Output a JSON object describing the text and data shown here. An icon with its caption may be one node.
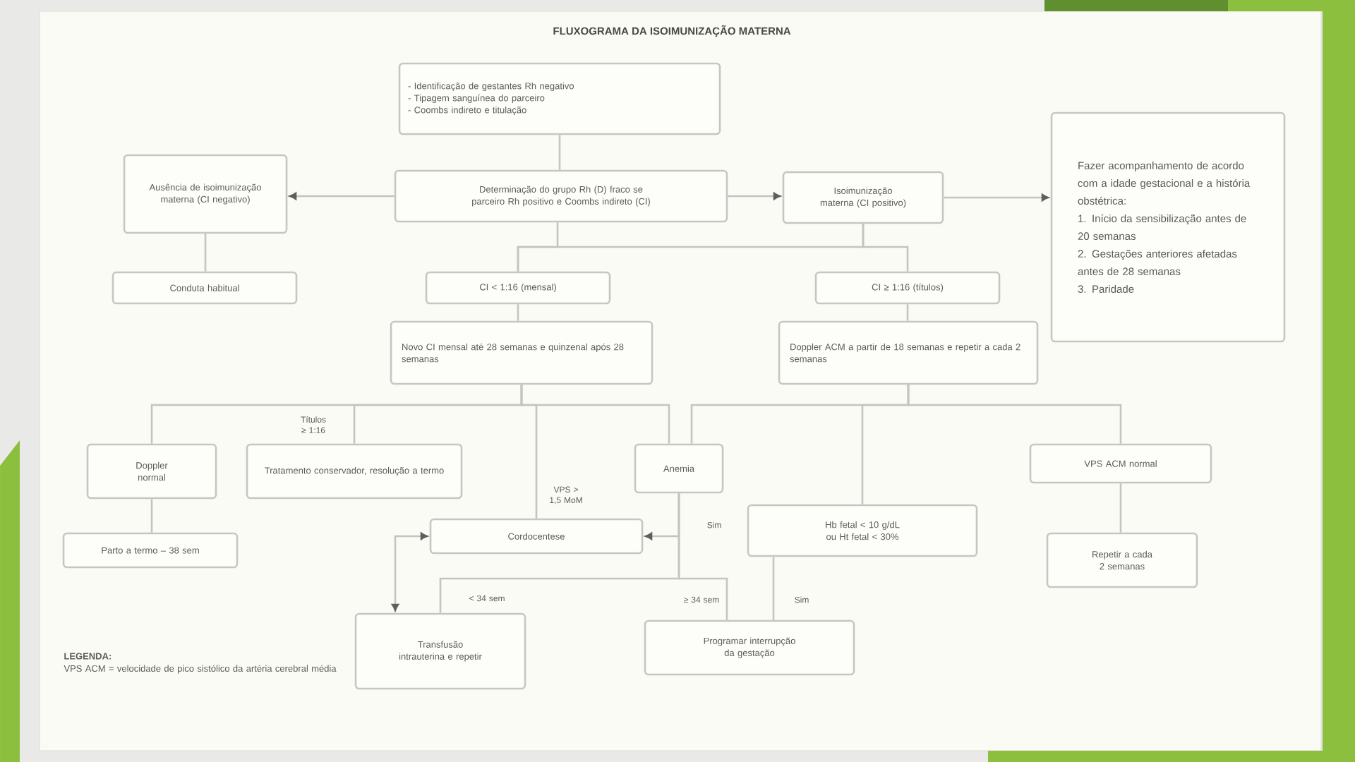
{
  "diagram": {
    "title": "FLUXOGRAMA DA ISOIMUNIZAÇÃO MATERNA",
    "nodes": [
      {
        "text": [
          "- Identificação de gestantes Rh negativo",
          "- Tipagem sanguínea do parceiro",
          "- Coombs indireto e titulação"
        ]
      },
      {
        "text": [
          "Determinação do grupo Rh (D) fraco se parceiro Rh positivo e Coombs indireto (CI)"
        ]
      },
      {
        "text": [
          "Ausência de isoimunização materna (CI negativo)"
        ]
      },
      {
        "text": [
          "Conduta habitual"
        ]
      },
      {
        "text": [
          "Isoimunização materna (CI positivo)"
        ]
      },
      {
        "text": [
          "Fazer acompanhamento de acordo com a idade gestacional e a história obstétrica:",
          "1. Início da sensibilização antes de 20 semanas",
          "2. Gestações anteriores afetadas antes de 28 semanas",
          "3. Paridade"
        ]
      },
      {
        "text": [
          "CI < 1:16 (mensal)"
        ]
      },
      {
        "text": [
          "CI ≥ 1:16 (títulos)"
        ]
      },
      {
        "text": [
          "Novo CI mensal até 28 semanas e quinzenal após 28 semanas"
        ]
      },
      {
        "text": [
          "Doppler ACM a partir de 18 semanas e repetir a cada 2 semanas"
        ]
      },
      {
        "text": [
          "Doppler normal"
        ]
      },
      {
        "text": [
          "Tratamento conservador, resolução a termo"
        ]
      },
      {
        "text": [
          "Anemia"
        ]
      },
      {
        "text": [
          "Parto a termo – 38 sem"
        ]
      },
      {
        "text": [
          "Cordocentese"
        ]
      },
      {
        "text": [
          "Hb fetal < 10 g/dL ou Ht fetal < 30%"
        ]
      },
      {
        "text": [
          "VPS ACM normal"
        ]
      },
      {
        "text": [
          "Repetir a cada 2 semanas"
        ]
      },
      {
        "text": [
          "Transfusão intrauterina e repetir"
        ]
      },
      {
        "text": [
          "Programar interrupção da gestação"
        ]
      }
    ],
    "edges": [
      {
        "from": 0,
        "to": 1,
        "arrow": "none"
      },
      {
        "from": 1,
        "to": 2,
        "arrow": "to"
      },
      {
        "from": 1,
        "to": 4,
        "arrow": "to"
      },
      {
        "from": 4,
        "to": 5,
        "arrow": "to"
      },
      {
        "from": 2,
        "to": 3,
        "arrow": "none"
      },
      {
        "from": 1,
        "to": 6,
        "arrow": "none"
      },
      {
        "from": 4,
        "to": 6,
        "arrow": "none"
      },
      {
        "from": 4,
        "to": 7,
        "arrow": "none"
      },
      {
        "from": 6,
        "to": 8,
        "arrow": "none"
      },
      {
        "from": 7,
        "to": 9,
        "arrow": "none"
      },
      {
        "from": 8,
        "to": 10,
        "arrow": "none"
      },
      {
        "from": 8,
        "to": 11,
        "arrow": "none",
        "label": "Títulos ≥ 1:16"
      },
      {
        "from": 8,
        "to": 14,
        "arrow": "none",
        "label": "VPS > 1,5 MoM"
      },
      {
        "from": 8,
        "to": 12,
        "arrow": "none"
      },
      {
        "from": 9,
        "to": 12,
        "arrow": "none"
      },
      {
        "from": 9,
        "to": 15,
        "arrow": "none"
      },
      {
        "from": 9,
        "to": 16,
        "arrow": "none"
      },
      {
        "from": 10,
        "to": 13,
        "arrow": "none"
      },
      {
        "from": 16,
        "to": 17,
        "arrow": "none"
      },
      {
        "from": 12,
        "to": 14,
        "arrow": "to",
        "label": "Sim"
      },
      {
        "from": 14,
        "to": 18,
        "arrow": "both"
      },
      {
        "from": 12,
        "to": 18,
        "arrow": "none",
        "label": "< 34 sem"
      },
      {
        "from": 12,
        "to": 19,
        "arrow": "none",
        "label": "≥ 34 sem"
      },
      {
        "from": 15,
        "to": 19,
        "arrow": "none",
        "label": "Sim"
      }
    ],
    "labels": [
      "LEGENDA:",
      "VPS ACM = velocidade de pico sistólico da artéria cerebral média"
    ]
  }
}
